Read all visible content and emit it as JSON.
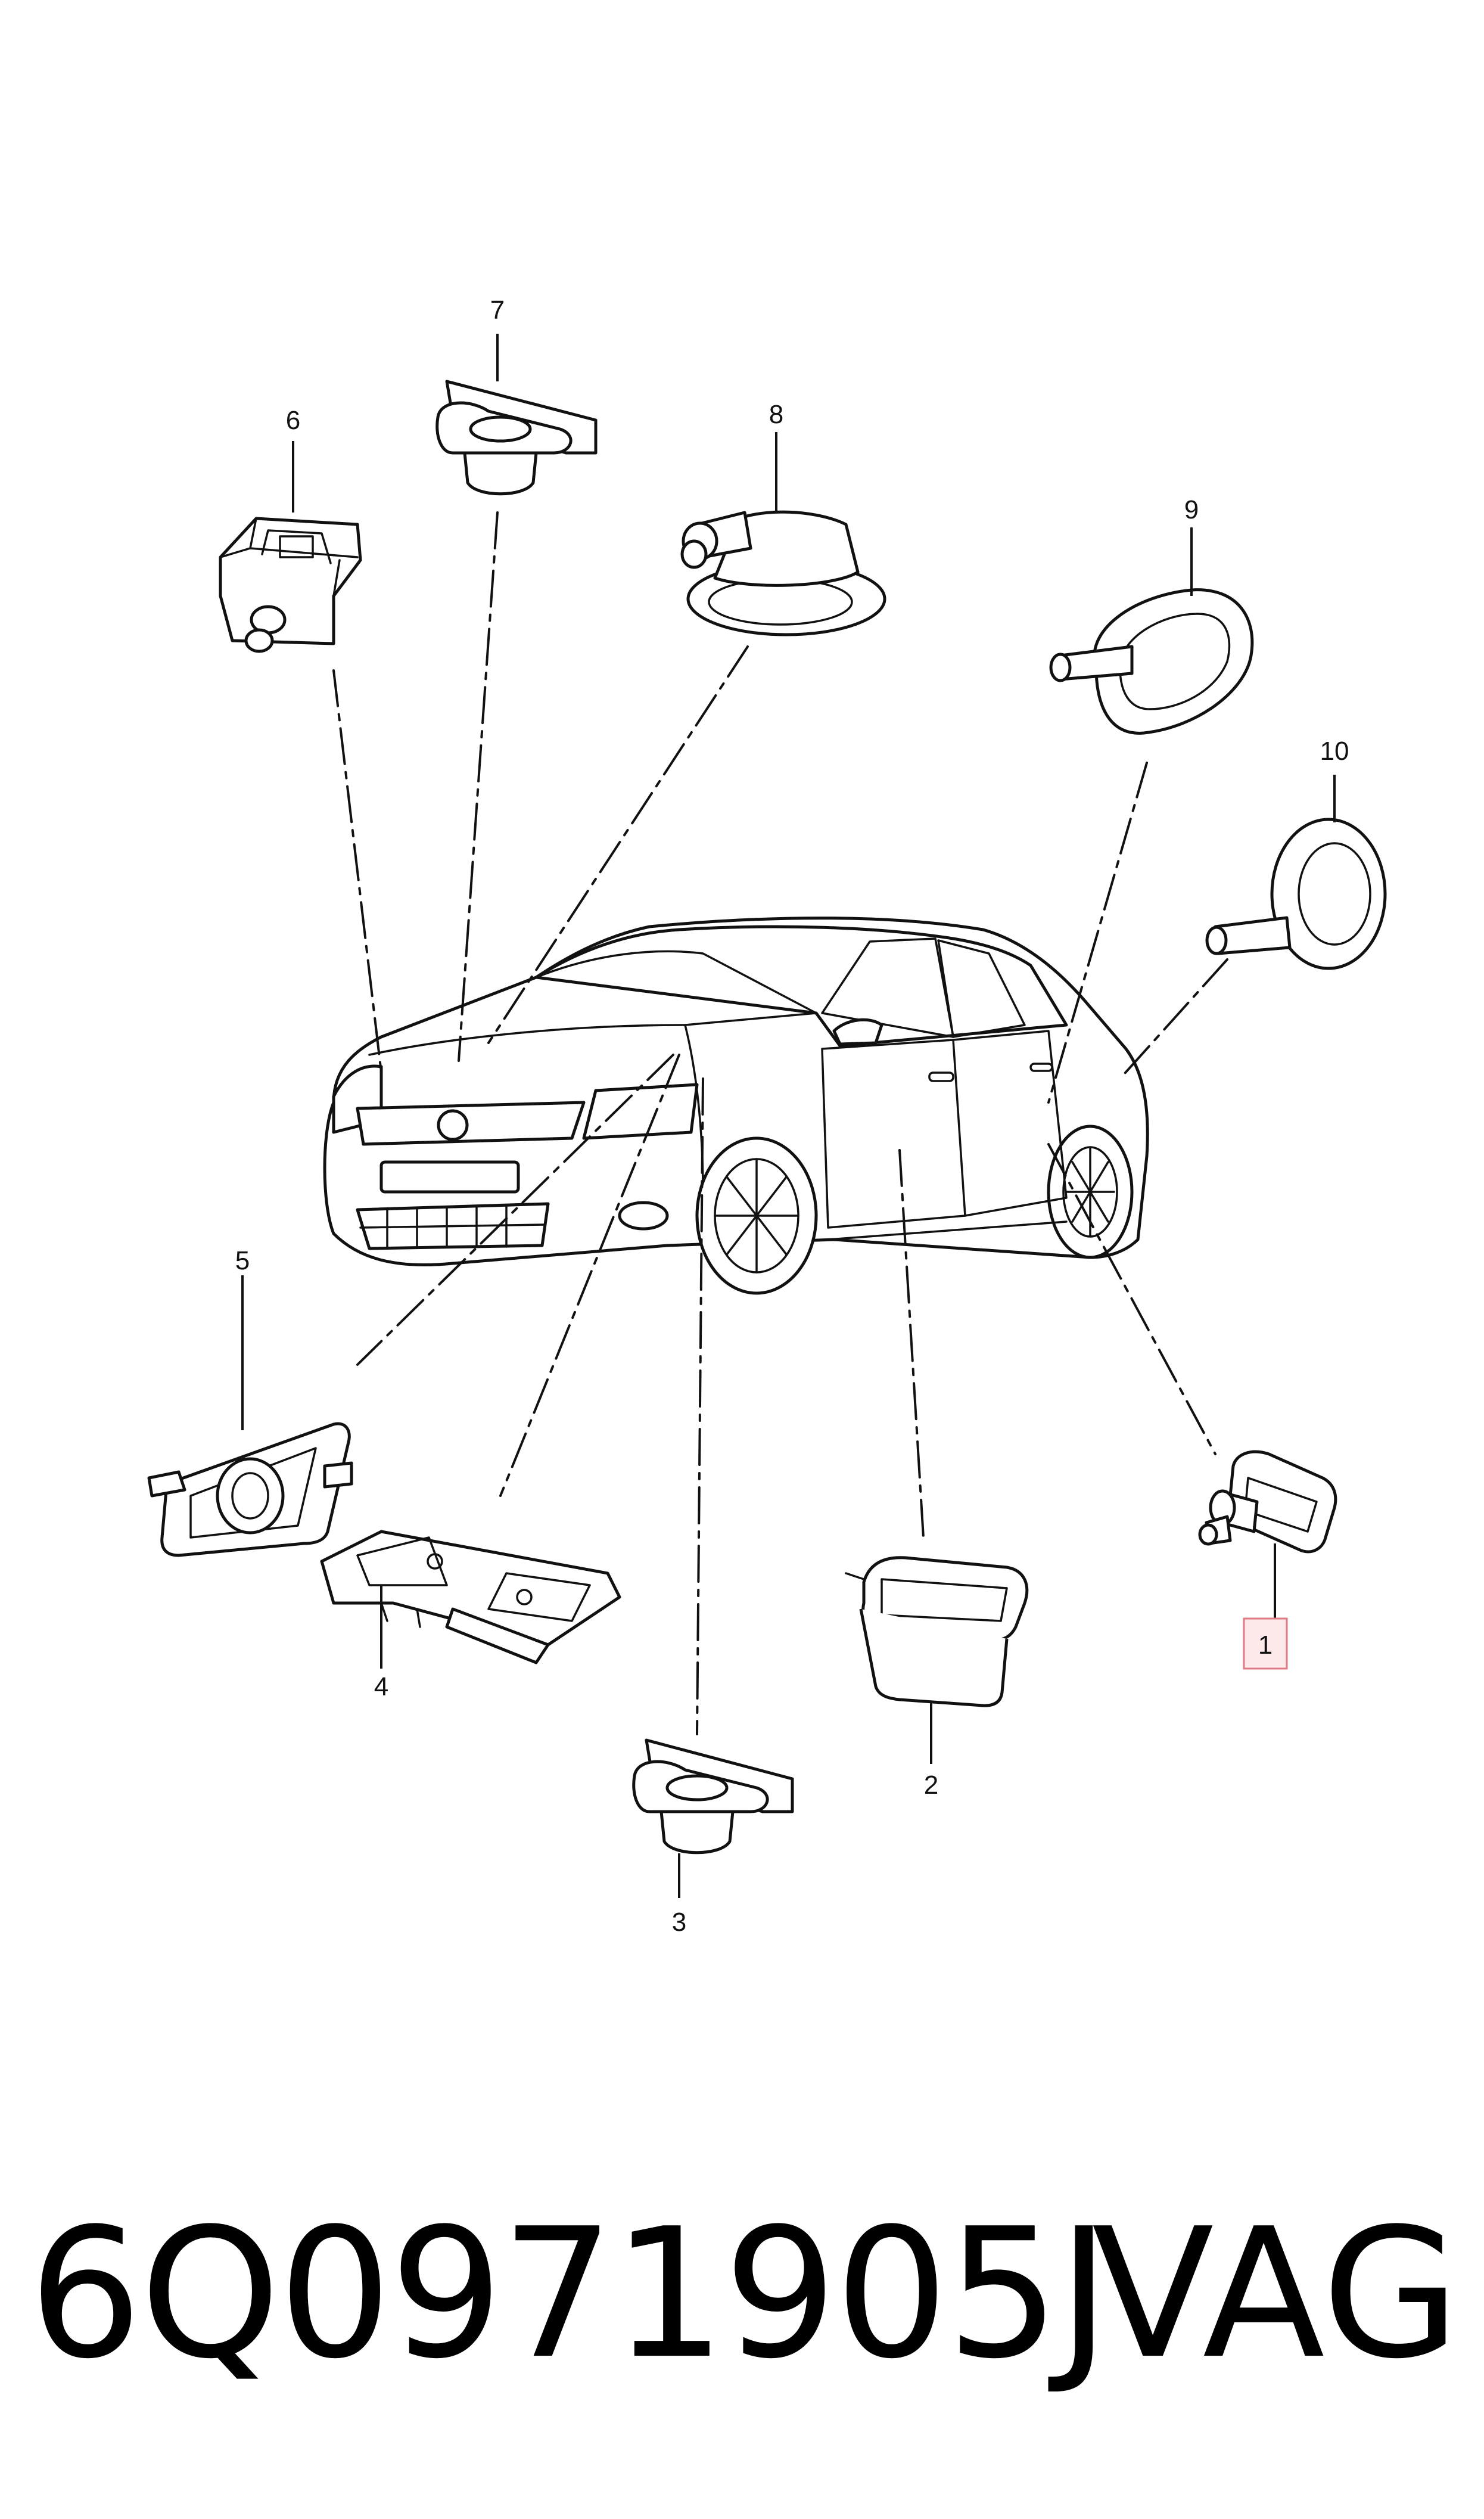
{
  "diagram": {
    "callouts": [
      {
        "id": "1",
        "label": "1",
        "highlighted": true
      },
      {
        "id": "2",
        "label": "2"
      },
      {
        "id": "3",
        "label": "3"
      },
      {
        "id": "4",
        "label": "4"
      },
      {
        "id": "5",
        "label": "5"
      },
      {
        "id": "6",
        "label": "6"
      },
      {
        "id": "7",
        "label": "7"
      },
      {
        "id": "8",
        "label": "8"
      },
      {
        "id": "9",
        "label": "9"
      },
      {
        "id": "10",
        "label": "10"
      }
    ],
    "highlight_color": "#e07a86",
    "highlight_fill": "#fde8ea"
  },
  "footer": {
    "part_number": "6Q0971905J",
    "brand": "VAG"
  }
}
